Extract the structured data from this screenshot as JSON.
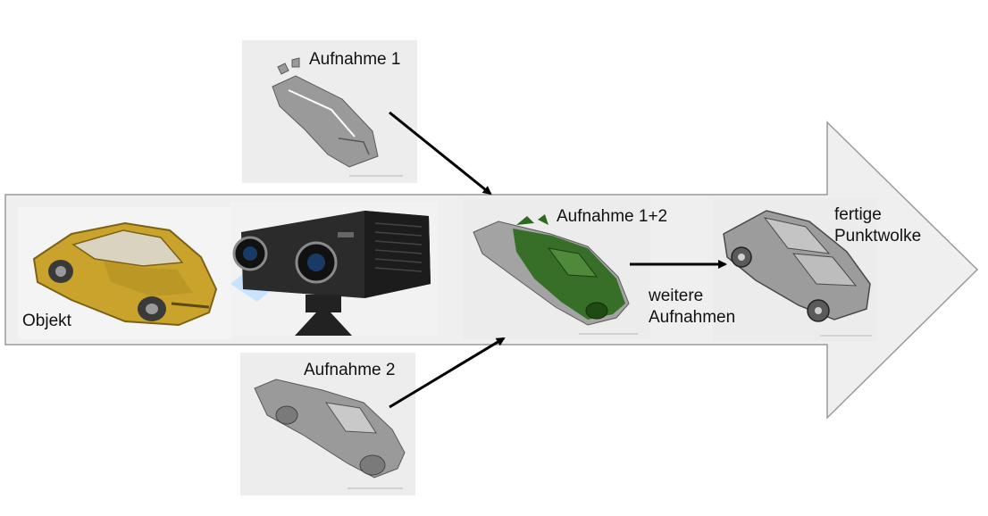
{
  "labels": {
    "object": "Objekt",
    "scan1": "Aufnahme 1",
    "scan2": "Aufnahme 2",
    "scan_combined": "Aufnahme 1+2",
    "more_scans_line1": "weitere",
    "more_scans_line2": "Aufnahmen",
    "final_line1": "fertige",
    "final_line2": "Punktwolke"
  },
  "colors": {
    "arrow_fill": "#efefef",
    "arrow_stroke": "#9a9a9a",
    "object_car": "#c9a32c",
    "scan_gray": "#8c8c8c",
    "scan_green": "#2e6a1e",
    "scanner_body": "#2b2b2b",
    "panel_bg": "#ececec",
    "connector": "#000000"
  },
  "icons": {
    "object": "yellow-sports-car-photo",
    "scanner": "3d-scanner-camera",
    "scan1": "partial-car-scan-top",
    "scan2": "partial-car-scan-side",
    "combined": "merged-car-scan",
    "final": "complete-point-cloud-car"
  }
}
